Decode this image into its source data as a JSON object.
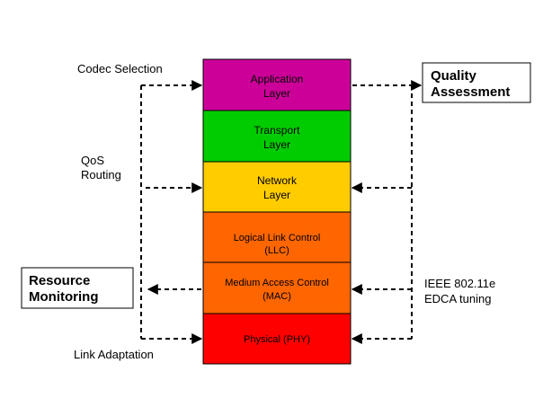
{
  "layers": {
    "application": {
      "line1": "Application",
      "line2": "Layer",
      "color": "#CC0099"
    },
    "transport": {
      "line1": "Transport",
      "line2": "Layer",
      "color": "#00CC00"
    },
    "network": {
      "line1": "Network",
      "line2": "Layer",
      "color": "#FFCC00"
    },
    "llc": {
      "line1": "Logical Link Control",
      "line2": "(LLC)",
      "color": "#FF6600"
    },
    "mac": {
      "line1": "Medium Access Control",
      "line2": "(MAC)",
      "color": "#FF6600"
    },
    "phy": {
      "line1": "Physical (PHY)",
      "color": "#FF0000"
    }
  },
  "left_labels": {
    "codec_selection": "Codec Selection",
    "qos_line1": "QoS",
    "qos_line2": "Routing",
    "link_adaptation": "Link Adaptation"
  },
  "resource_monitoring": {
    "line1": "Resource",
    "line2": "Monitoring"
  },
  "quality_assessment": {
    "line1": "Quality",
    "line2": "Assessment"
  },
  "right_labels": {
    "ieee_line1": "IEEE 802.11e",
    "ieee_line2": "EDCA tuning"
  }
}
